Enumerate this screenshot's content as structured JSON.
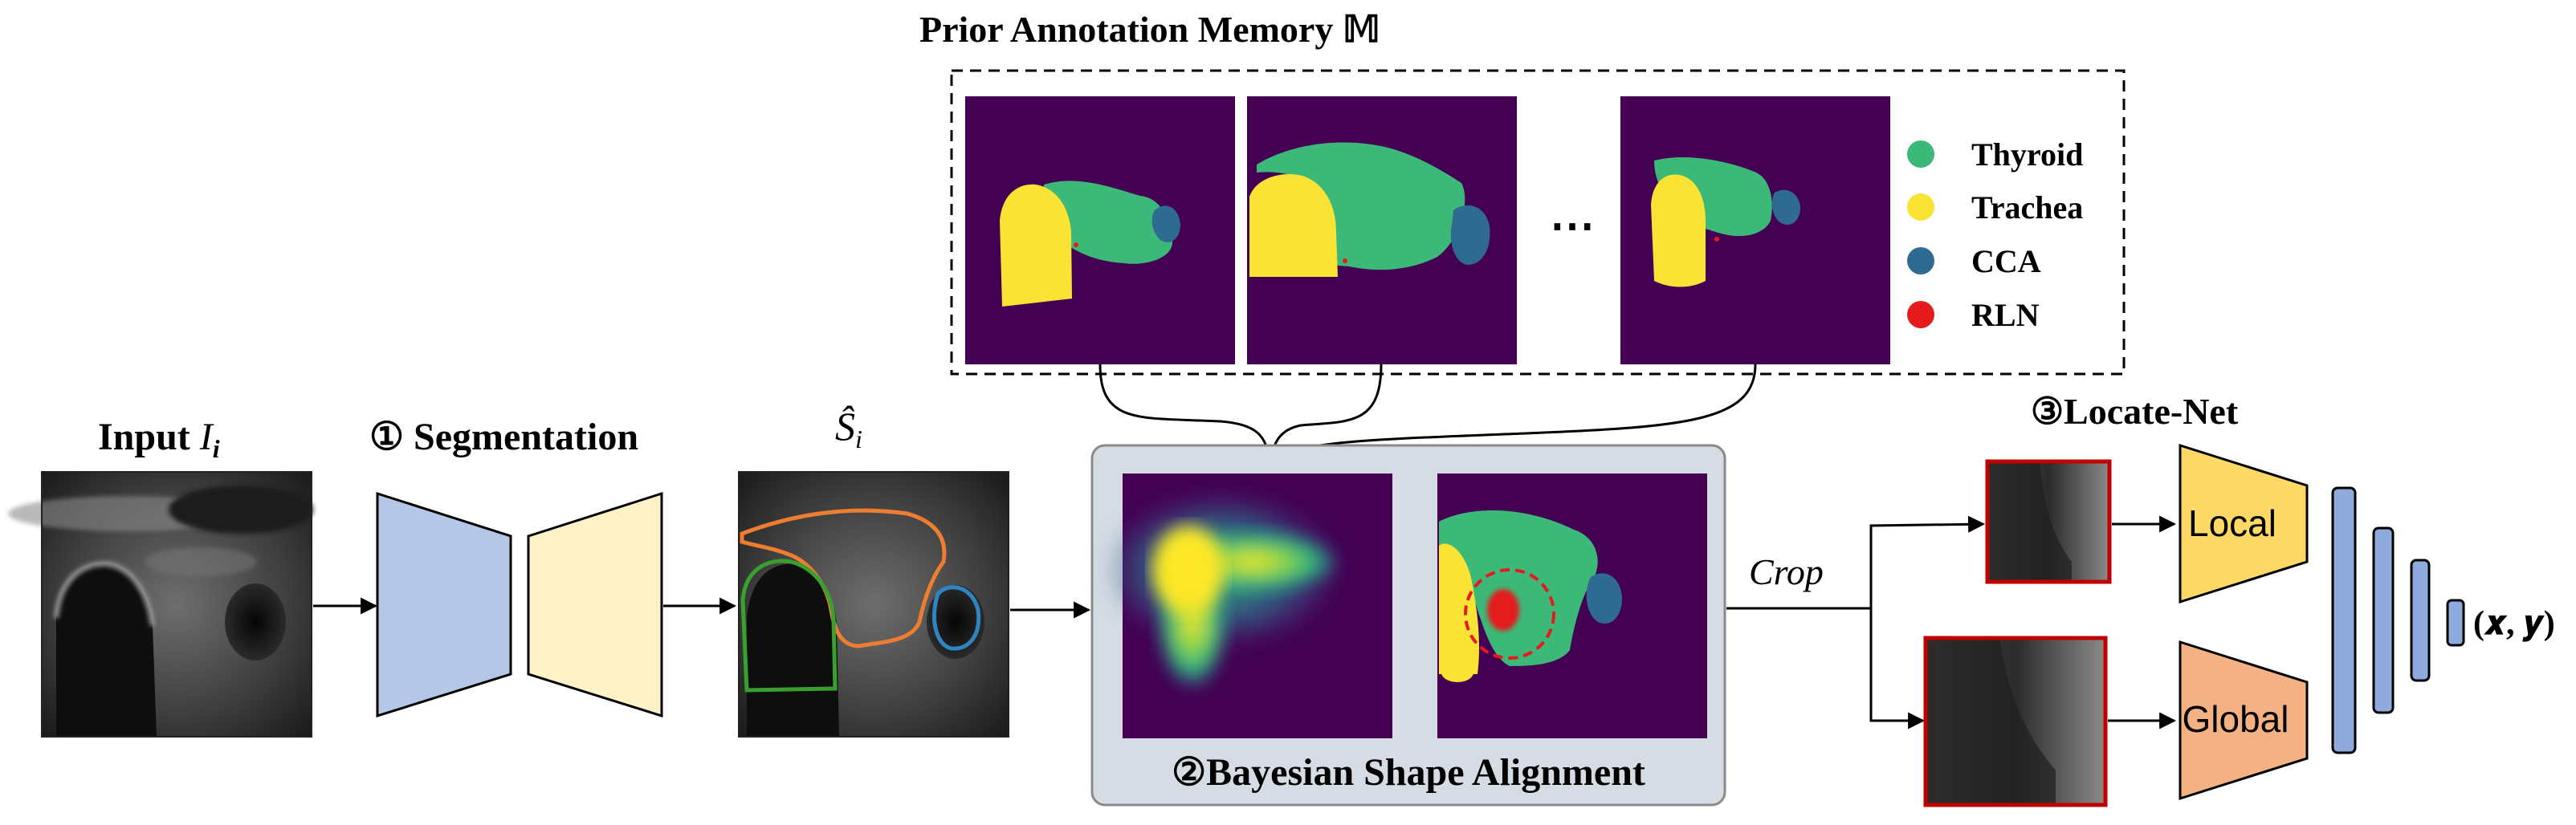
{
  "memory": {
    "title": "Prior Annotation Memory 𝕄",
    "ellipsis": "⋯",
    "legend": [
      {
        "label": "Thyroid",
        "color": "#3cb878"
      },
      {
        "label": "Trachea",
        "color": "#f9e435"
      },
      {
        "label": "CCA",
        "color": "#2f6a92"
      },
      {
        "label": "RLN",
        "color": "#e41a1c"
      }
    ]
  },
  "input": {
    "label": "Input ",
    "symbol": "I",
    "subscript": "i"
  },
  "segmentation": {
    "label": "① Segmentation"
  },
  "seg_output": {
    "symbol": "Ŝ",
    "subscript": "i"
  },
  "bsa": {
    "label": "②Bayesian Shape Alignment"
  },
  "crop": {
    "label": "Crop"
  },
  "locate_net": {
    "label": "③Locate-Net",
    "local_label": "Local",
    "global_label": "Global",
    "output": "(𝒙, 𝒚)"
  },
  "colors": {
    "encoder": "#b4c7e7",
    "decoder": "#fdf2c8",
    "mask_bg": "#440154",
    "bsa_panel": "#d6dce4",
    "local": "#ffd966",
    "global": "#f4b183",
    "fc": "#8faadc",
    "crop_border": "#c00000",
    "thyroid_contour": "#ed7d31",
    "trachea_contour": "#38a02c",
    "cca_contour": "#2e86c1"
  }
}
